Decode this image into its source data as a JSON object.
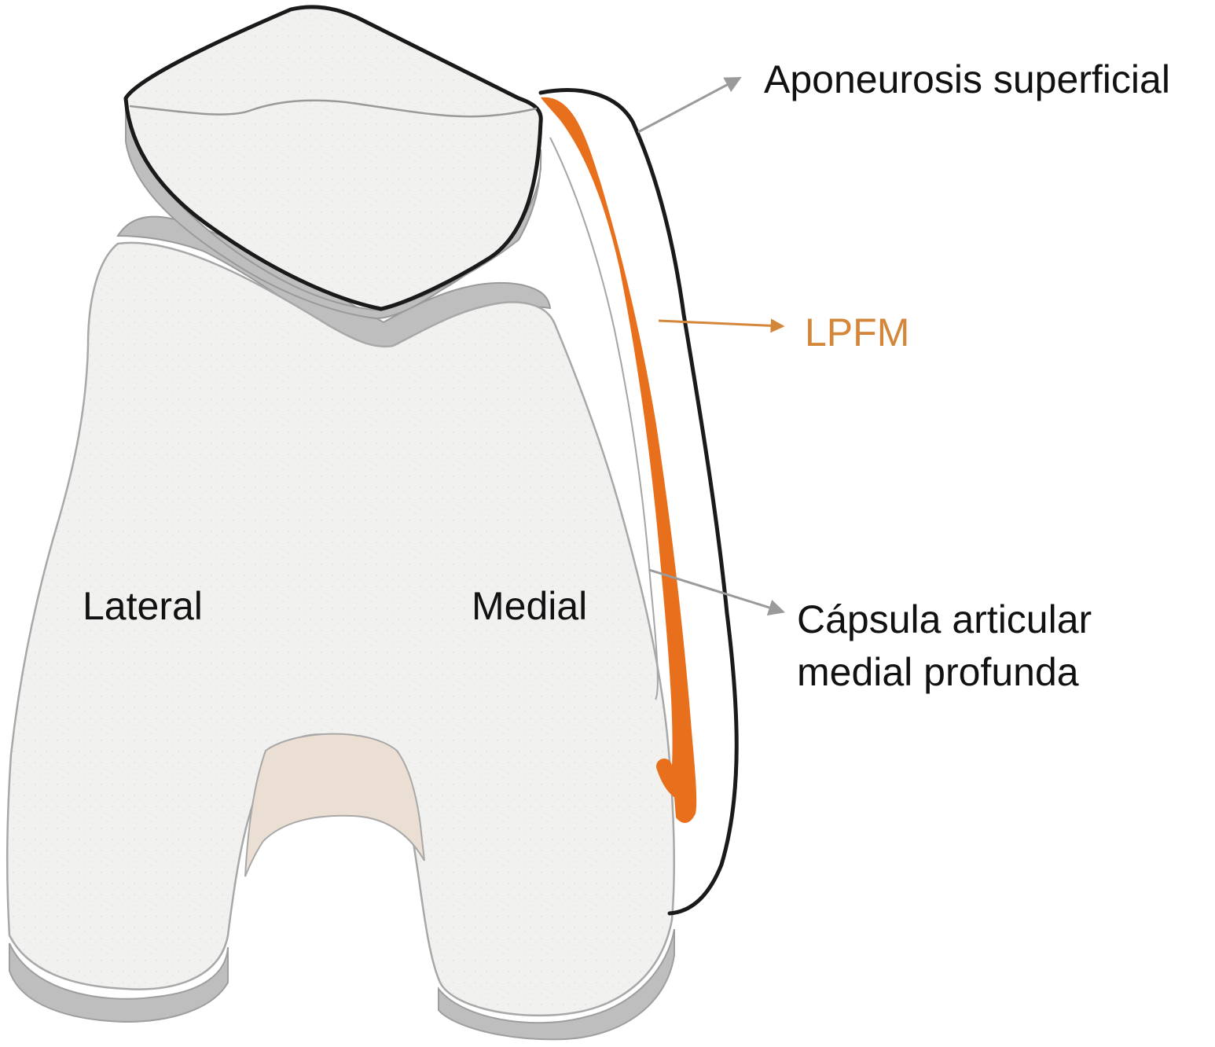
{
  "labels": {
    "lateral": "Lateral",
    "medial": "Medial",
    "superficial_aponeurosis": "Aponeurosis superficial",
    "mpfl": "LPFM",
    "capsule_line1": "Cápsula articular",
    "capsule_line2": "medial profunda"
  },
  "colors": {
    "ligament": "#E8701C",
    "ligament_label": "#D4873A",
    "bone_fill": "#F1F1F0",
    "cartilage": "#BEBEBE",
    "outline_dark": "#1A1A1A",
    "notch": "#EADFD2",
    "pointer_gray": "#9A9A9A",
    "text": "#111111"
  }
}
